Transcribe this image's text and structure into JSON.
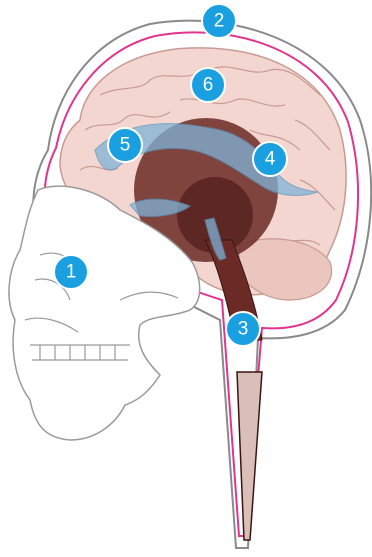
{
  "figure": {
    "colors": {
      "head_outline": "#8a8a8a",
      "meninges": "#e0358f",
      "brain": "#f3d6d0",
      "brain_fold": "#c99a93",
      "brainstem": "#6b2a26",
      "ventricles": "#7fb3d6",
      "spinal_canal": "#d9bfb7",
      "skull": "#ffffff",
      "skull_line": "#9a9a9a",
      "marker": "#1aa0e0"
    },
    "markers": [
      {
        "id": "marker-1",
        "label": "1"
      },
      {
        "id": "marker-2",
        "label": "2"
      },
      {
        "id": "marker-3",
        "label": "3"
      },
      {
        "id": "marker-4",
        "label": "4"
      },
      {
        "id": "marker-5",
        "label": "5"
      },
      {
        "id": "marker-6",
        "label": "6"
      }
    ]
  }
}
